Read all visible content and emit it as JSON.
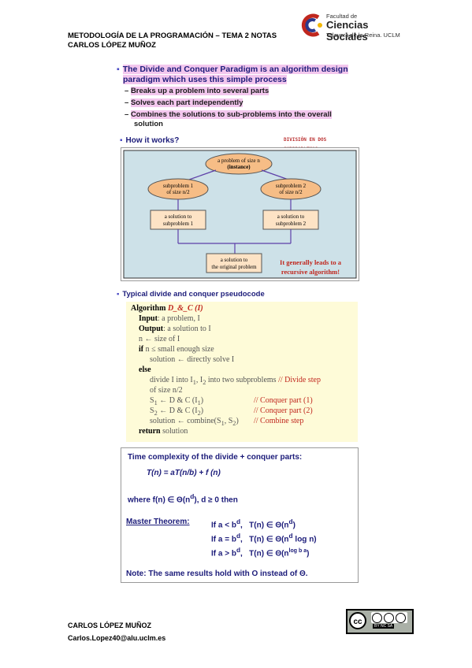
{
  "header": {
    "line1": "METODOLOGÍA DE LA PROGRAMACIÓN – TEMA 2 NOTAS",
    "line2": "CARLOS LÓPEZ MUÑOZ"
  },
  "logo": {
    "line1": "Facultad de",
    "line2": "Ciencias Sociales",
    "line3": "Talavera de la Reina. UCLM"
  },
  "slide": {
    "bullet_main_1": "The Divide and Conquer Paradigm is an algorithm design",
    "bullet_main_2": "paradigm which uses this simple process",
    "sub1": "Breaks up a problem into several parts",
    "sub2": "Solves each part independently",
    "sub3_1": "Combines the solutions to sub-problems into the overall",
    "sub3_2": "solution",
    "how": "How it works?",
    "how_tag": "DIVISIÓN EN DOS SUBPROBLEMAS",
    "typical": "Typical divide and conquer pseudocode"
  },
  "diagram": {
    "top_1": "a problem of size n",
    "top_2": "(instance)",
    "sub1_1": "subproblem 1",
    "sub1_2": "of size n/2",
    "sub2_1": "subproblem 2",
    "sub2_2": "of size n/2",
    "sol1_1": "a solution to",
    "sol1_2": "subproblem 1",
    "sol2_1": "a solution to",
    "sol2_2": "subproblem 2",
    "final_1": "a solution to",
    "final_2": "the original problem",
    "note_1": "It generally leads to a",
    "note_2": "recursive algorithm!"
  },
  "algorithm": {
    "l1a": "Algorithm ",
    "l1b": "D_&_C (I)",
    "l2a": "Input",
    "l2b": ": a problem, I",
    "l3a": "Output",
    "l3b": ": a solution to I",
    "l4": "n ← size of I",
    "l5a": "if",
    "l5b": " n ≤ small enough size",
    "l6": "solution ← directly solve I",
    "l7": "else",
    "l8a": "divide I into I",
    "l8b": ", I",
    "l8c": " into two subproblems ",
    "l8d": "// Divide step",
    "l9": "of size n/2",
    "l10a": "S",
    "l10b": " ← D & C (I",
    "l10c": ")",
    "l10d": "// Conquer part (1)",
    "l11a": "S",
    "l11b": " ← D & C (I",
    "l11c": ")",
    "l11d": "// Conquer part (2)",
    "l12a": "solution ← combine(S",
    "l12b": ", S",
    "l12c": ")",
    "l12d": "// Combine step",
    "l13a": "return",
    "l13b": " solution",
    "sub_1": "1",
    "sub_2": "2"
  },
  "complexity": {
    "title": "Time complexity of the divide + conquer parts:",
    "recurrence": "T(n) = aT(n/b) + f (n)",
    "where": "where f(n) ∈ Θ(n",
    "where_sup": "d",
    "where_end": "),   d ≥ 0 then",
    "master": "Master Theorem:",
    "c1_cond": "If a < b",
    "c1_res": "T(n) ∈ Θ(n",
    "c1_sup": "d",
    "c2_cond": "If a = b",
    "c2_res": "T(n) ∈ Θ(n",
    "c2_sup": "d",
    "c2_tail": " log n)",
    "c3_cond": "If a > b",
    "c3_res": "T(n) ∈ Θ(n",
    "c3_sup": "log b a",
    "cond_sup": "d",
    "close": ")",
    "note": "Note: The same results hold with O instead of Θ."
  },
  "footer": {
    "name": "CARLOS LÓPEZ MUÑOZ",
    "email": "Carlos.Lopez40@alu.uclm.es"
  },
  "license": {
    "cc": "cc",
    "caption": "BY  NC  SA"
  },
  "colors": {
    "bullet_blue": "#1c1c7a",
    "highlight_pink": "#f3c7ee",
    "diagram_bg": "#cde1e8",
    "ellipse_fill": "#f6bd86",
    "box_fill": "#fde3c5",
    "arrow_purple": "#5d3fa8",
    "pseudocode_bg": "#fefbd8",
    "comment_red": "#c0271e"
  }
}
